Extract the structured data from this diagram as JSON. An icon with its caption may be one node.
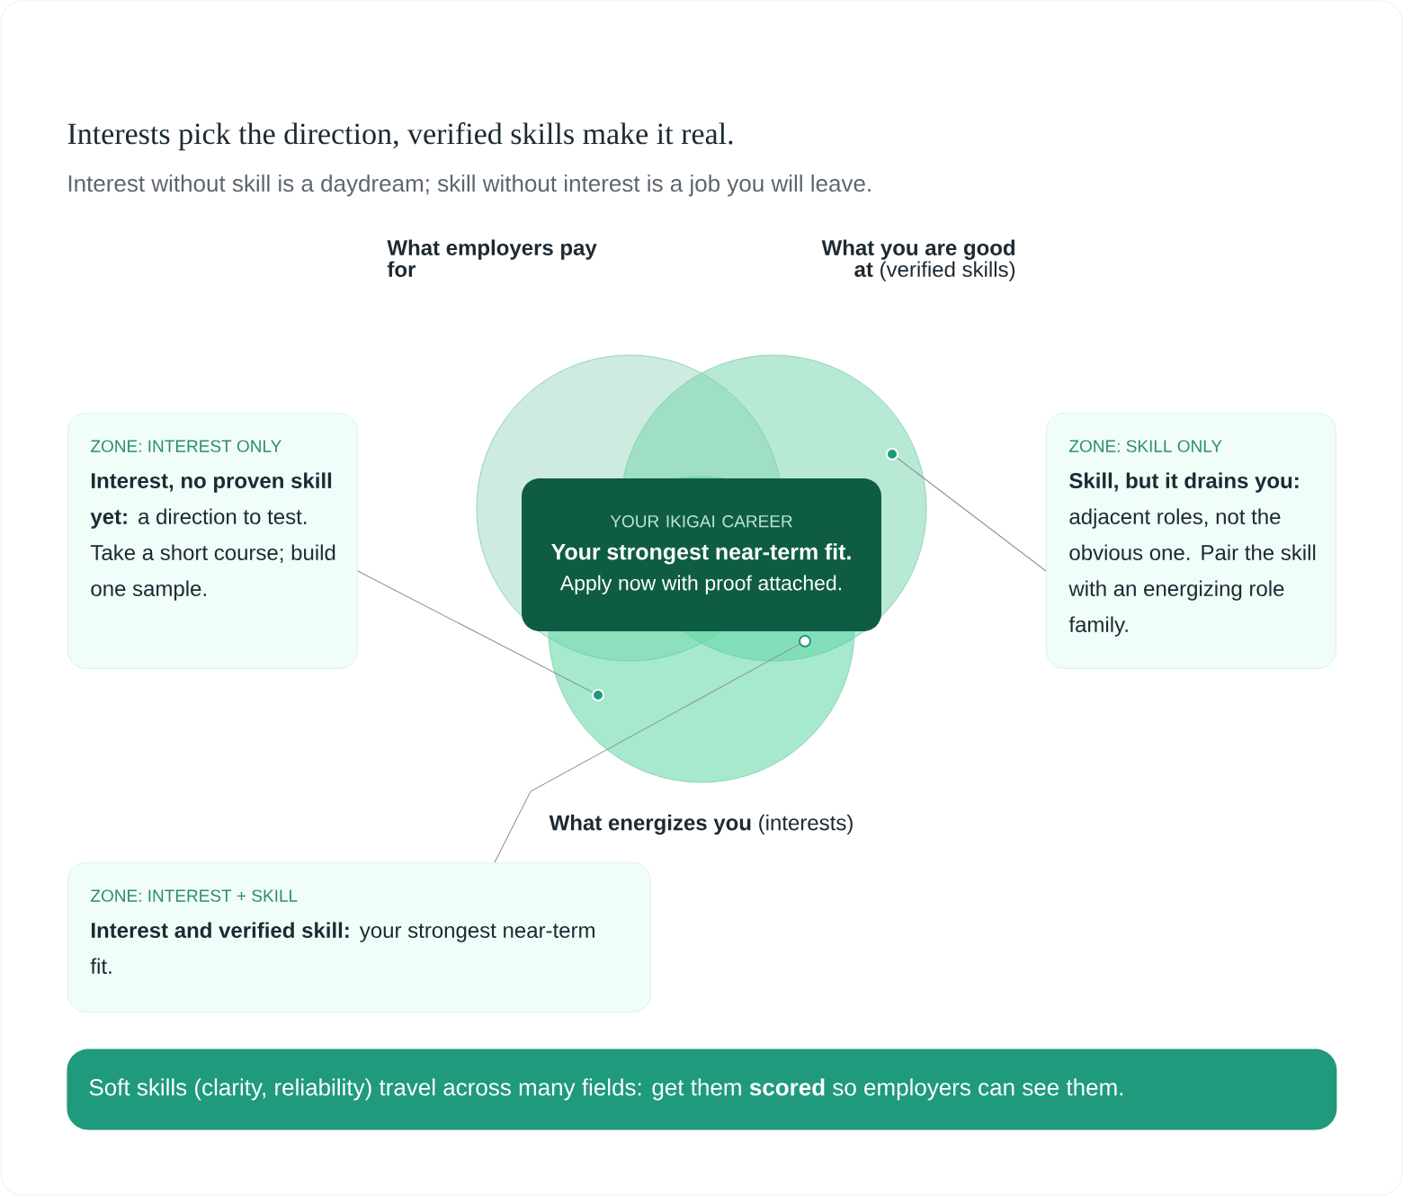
{
  "diagram": {
    "title": "Interests pick the direction, verified skills make it real.",
    "nodes": [
      {
        "text": [
          "What employers pay for"
        ]
      },
      {
        "text": [
          "**What you are good at** (verified skills)"
        ]
      },
      {
        "text": [
          "**What energizes you** (interests)"
        ]
      },
      {
        "text": [
          "YOUR IKIGAI CAREER",
          "Your strongest near-term fit.",
          "Apply now with proof attached."
        ]
      },
      {
        "text": [
          "ZONE: INTEREST ONLY",
          "**Interest, no proven skill yet:** a direction to test. Take a short course; build one sample."
        ]
      },
      {
        "text": [
          "ZONE: SKILL ONLY",
          "**Skill, but it drains you:** adjacent roles, not the obvious one. Pair the skill with an energizing role family."
        ]
      },
      {
        "text": [
          "ZONE: INTEREST + SKILL",
          "**Interest and verified skill:** your strongest near-term fit."
        ]
      },
      {
        "text": [],
        "shape": "circle",
        "in": 2
      },
      {
        "text": [],
        "shape": "circle",
        "in": 1
      },
      {
        "text": [],
        "shape": "circle"
      },
      {
        "text": [
          "Soft skills (clarity, reliability) travel across many fields: get them **scored** so employers can see them."
        ]
      }
    ],
    "edges": [
      {
        "from": 4,
        "to": 7,
        "arrow": "none"
      },
      {
        "from": 5,
        "to": 8,
        "arrow": "none"
      },
      {
        "from": 6,
        "to": 9,
        "arrow": "none"
      }
    ],
    "labels": [
      "Interest without skill is a daydream; skill without interest is a job you will leave."
    ]
  }
}
